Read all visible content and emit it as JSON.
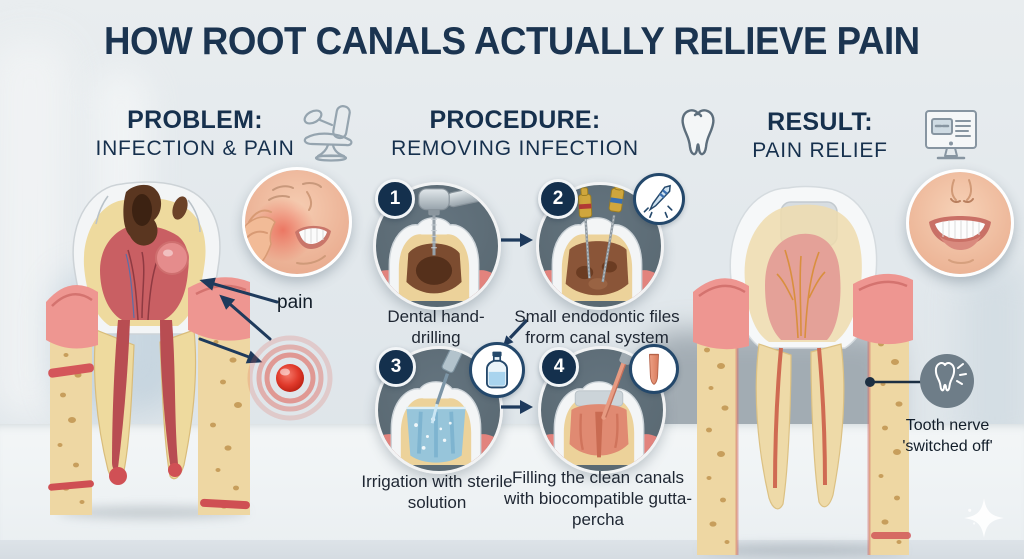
{
  "title": "HOW ROOT CANALS ACTUALLY RELIEVE PAIN",
  "problem": {
    "heading": "PROBLEM:",
    "subheading": "INFECTION & PAIN",
    "pain_label": "pain",
    "icon": "dental-chair-icon"
  },
  "procedure": {
    "heading": "PROCEDURE:",
    "subheading": "REMOVING INFECTION",
    "icon": "tooth-icon",
    "steps": [
      {
        "number": "1",
        "caption": "Dental hand-drilling"
      },
      {
        "number": "2",
        "caption": "Small endodontic files frorm canal system"
      },
      {
        "number": "3",
        "caption": "Irrigation with sterile solution"
      },
      {
        "number": "4",
        "caption": "Filling the clean canals with biocompatible gutta-percha"
      }
    ]
  },
  "result": {
    "heading": "RESULT:",
    "subheading": "PAIN RELIEF",
    "icon": "monitor-icon",
    "nerve_label": "Tooth nerve 'switched off'"
  },
  "icons": [
    "dental-chair-icon",
    "tooth-icon",
    "monitor-icon",
    "pain-radiate-icon",
    "tooth-off-icon",
    "sparkle-icon"
  ],
  "colors": {
    "title_navy": "#1b3450",
    "accent_navy": "#1e3a5c",
    "step_circle_bg": "#5d6e7d",
    "pain_red": "#e03a2b",
    "bone": "#eed7a3",
    "gum": "#ee9691",
    "dentin": "#ecd29a",
    "enamel": "#f3f5f6",
    "irrigation_blue": "#8fc3e0",
    "gutta_percha": "#e08a72"
  }
}
